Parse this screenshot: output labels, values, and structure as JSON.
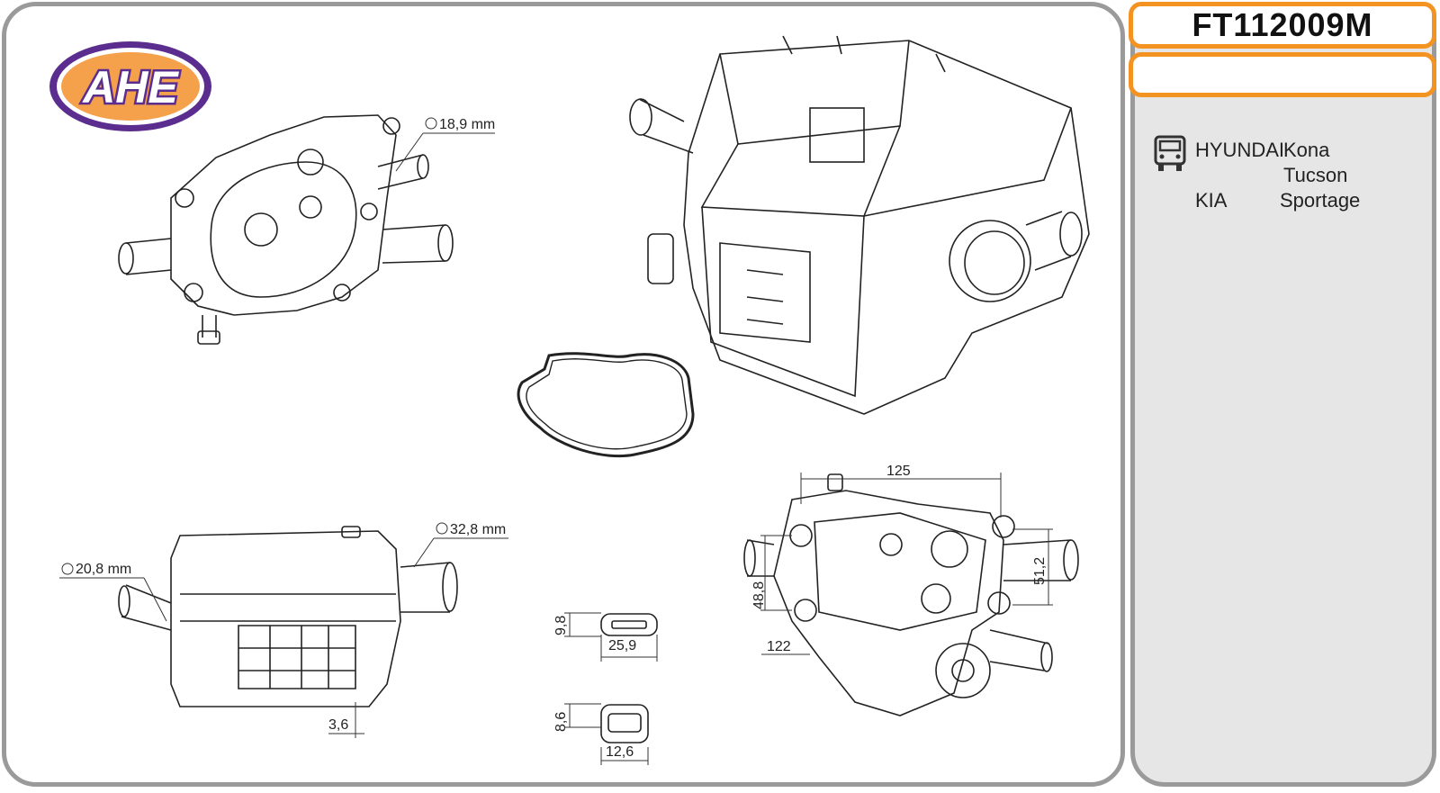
{
  "brand": {
    "logo_text": "AHE"
  },
  "part_code": "FT112009M",
  "applications": {
    "makes": [
      "HYUNDAI",
      "KIA"
    ],
    "models": [
      "Kona",
      "Tucson",
      "Sportage"
    ]
  },
  "dimensions": {
    "d_18_9": "18,9 mm",
    "d_32_8": "32,8 mm",
    "d_20_8": "20,8 mm",
    "w_125": "125",
    "h_51_2": "51,2",
    "h_48_8": "48,8",
    "w_122": "122",
    "c_9_8": "9,8",
    "c_25_9": "25,9",
    "c_8_6": "8,6",
    "c_12_6": "12,6",
    "h_3_6": "3,6"
  },
  "colors": {
    "accent": "#f39322",
    "frame": "#9a9a9a",
    "logo_fill": "#f5a04a",
    "logo_ring": "#5b2d8e"
  }
}
